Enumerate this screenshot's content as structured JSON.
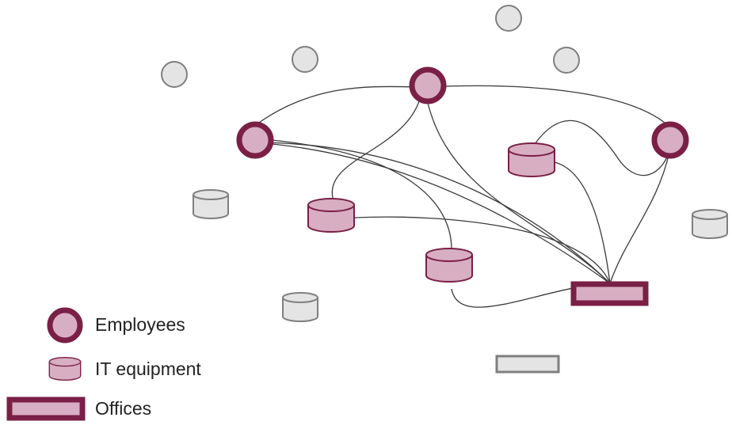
{
  "colors": {
    "accent": "#7a1f45",
    "node_fill": "#d8aec2",
    "inactive_fill": "#e4e4e4",
    "inactive_stroke": "#7f7f7f",
    "edge": "#3a3a3a"
  },
  "legend": {
    "employees": "Employees",
    "it_equipment": "IT equipment",
    "offices": "Offices"
  },
  "icons": {
    "employee": "employee-icon",
    "equipment": "it-equipment-icon",
    "office": "office-icon"
  }
}
